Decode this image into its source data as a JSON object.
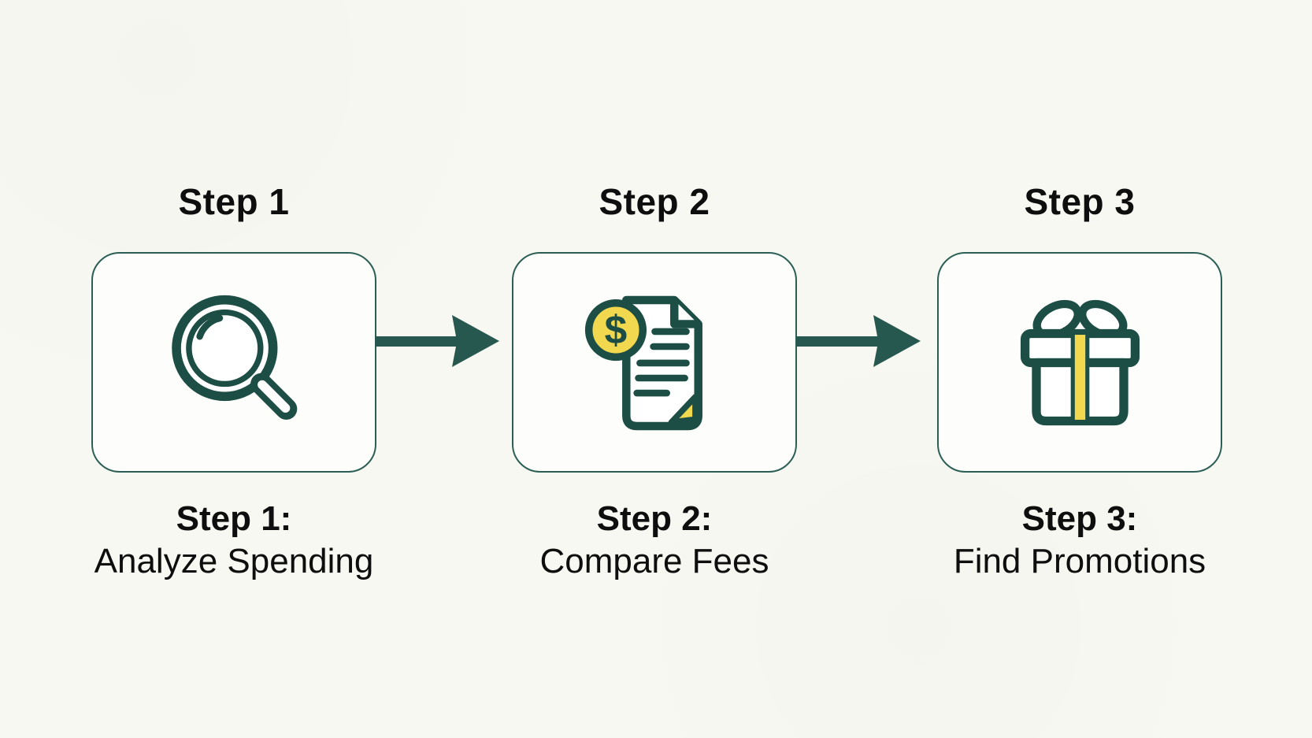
{
  "title": "Three step process diagram",
  "colors": {
    "background": "#f8f8f2",
    "box_fill": "#fdfdfb",
    "teal_border": "#2b5f55",
    "teal_dark": "#1d4e45",
    "arrow": "#26584f",
    "yellow": "#f1d84f",
    "text": "#0e0e0e"
  },
  "steps": [
    {
      "header": "Step 1",
      "icon": "magnifier-icon",
      "label_title": "Step 1:",
      "label_subtitle": "Analyze Spending"
    },
    {
      "header": "Step 2",
      "icon": "invoice-dollar-icon",
      "label_title": "Step 2:",
      "label_subtitle": "Compare Fees"
    },
    {
      "header": "Step 3",
      "icon": "gift-icon",
      "label_title": "Step 3:",
      "label_subtitle": "Find Promotions"
    }
  ],
  "connectors": [
    "arrow-right-icon",
    "arrow-right-icon"
  ]
}
